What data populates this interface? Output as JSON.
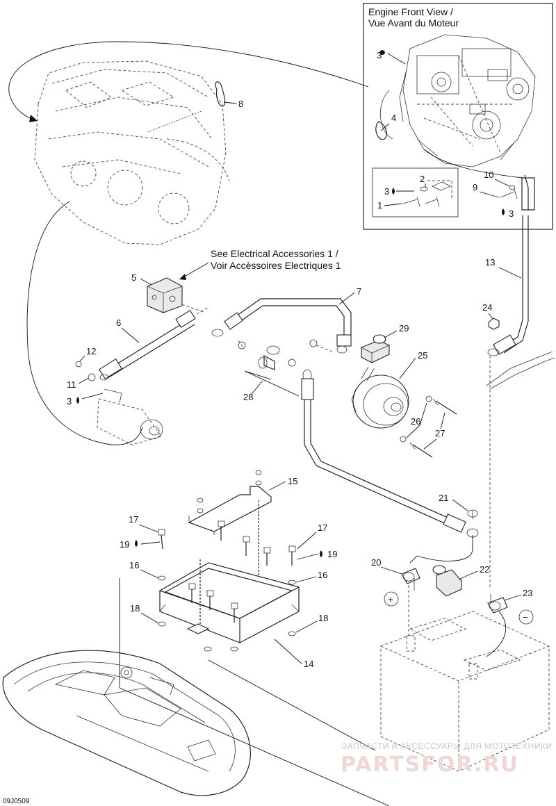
{
  "engine_front_view": {
    "title_line1": "Engine Front View /",
    "title_line2": "Vue Avant du Moteur"
  },
  "reference_note": {
    "line1": "See Electrical Accessories 1 /",
    "line2": "Voir Accèssoires Electriques 1"
  },
  "callouts": {
    "c1": "1",
    "c2": "2",
    "c3_top": "3",
    "c3_right": "3",
    "c3_left": "3",
    "c3_main": "3",
    "c4": "4",
    "c5": "5",
    "c6": "6",
    "c7": "7",
    "c8": "8",
    "c9": "9",
    "c10": "10",
    "c11": "11",
    "c12": "12",
    "c13": "13",
    "c14": "14",
    "c15": "15",
    "c16_left": "16",
    "c16_right": "16",
    "c17_left": "17",
    "c17_right": "17",
    "c18_left": "18",
    "c18_right": "18",
    "c19_left": "19",
    "c19_right": "19",
    "c20": "20",
    "c21": "21",
    "c22": "22",
    "c23": "23",
    "c24": "24",
    "c25": "25",
    "c26": "26",
    "c27": "27",
    "c28": "28",
    "c29": "29"
  },
  "battery": {
    "positive_symbol": "+",
    "negative_symbol": "−"
  },
  "watermark": {
    "line1": "ЗАПЧАСТИ И АКСЕССУАРЫ ДЛЯ МОТОТЕХНИКИ",
    "line2": "PARTSFOR.RU"
  },
  "diagram_code": "09J0509",
  "colors": {
    "line": "#222222",
    "watermark_text": "#f2d6d6",
    "background": "#ffffff"
  }
}
